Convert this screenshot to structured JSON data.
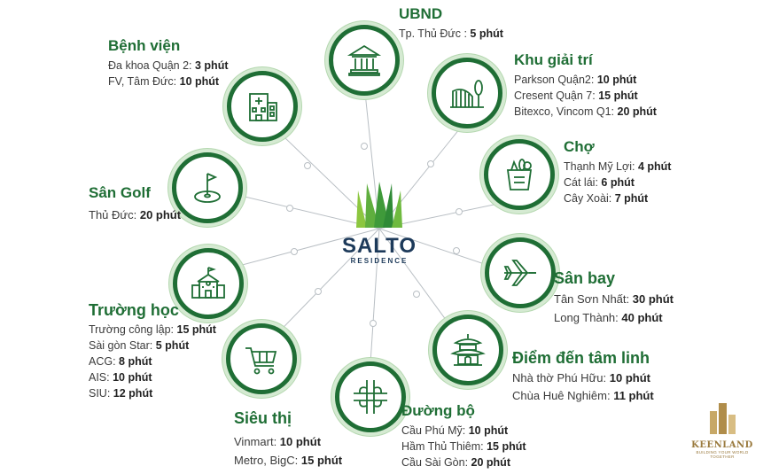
{
  "hub": {
    "name": "SALTO",
    "subtitle": "RESIDENCE"
  },
  "categories": [
    {
      "title": "UBND",
      "items": [
        {
          "place": "Tp. Thủ Đức",
          "time": "5 phút"
        }
      ]
    },
    {
      "title": "Khu giải trí",
      "items": [
        {
          "place": "Parkson Quận2",
          "time": "10 phút"
        },
        {
          "place": "Cresent Quận 7",
          "time": "15 phút"
        },
        {
          "place": "Bitexco, Vincom Q1",
          "time": "20 phút"
        }
      ]
    },
    {
      "title": "Chợ",
      "items": [
        {
          "place": "Thạnh Mỹ Lợi",
          "time": "4 phút"
        },
        {
          "place": "Cát lái",
          "time": "6 phút"
        },
        {
          "place": "Cây Xoài",
          "time": "7 phút"
        }
      ]
    },
    {
      "title": "Sân bay",
      "items": [
        {
          "place": "Tân Sơn Nhất",
          "time": "30 phút"
        },
        {
          "place": "Long Thành",
          "time": "40 phút"
        }
      ]
    },
    {
      "title": "Điểm đến tâm linh",
      "items": [
        {
          "place": "Nhà thờ Phú Hữu",
          "time": "10 phút"
        },
        {
          "place": "Chùa Huê Nghiêm",
          "time": "11 phút"
        }
      ]
    },
    {
      "title": "Đường bộ",
      "items": [
        {
          "place": "Cầu Phú Mỹ",
          "time": "10 phút"
        },
        {
          "place": "Hầm Thủ Thiêm",
          "time": "15 phút"
        },
        {
          "place": "Cầu Sài Gòn",
          "time": "20 phút"
        }
      ]
    },
    {
      "title": "Siêu thị",
      "items": [
        {
          "place": "Vinmart",
          "time": "10 phút"
        },
        {
          "place": "Metro, BigC",
          "time": "15 phút"
        }
      ]
    },
    {
      "title": "Trường học",
      "items": [
        {
          "place": "Trường công lập",
          "time": "15 phút"
        },
        {
          "place": "Sài gòn Star",
          "time": "5 phút"
        },
        {
          "place": "ACG",
          "time": "8 phút"
        },
        {
          "place": "AIS",
          "time": "10 phút"
        },
        {
          "place": "SIU",
          "time": "12 phút"
        }
      ]
    },
    {
      "title": "Sân Golf",
      "items": [
        {
          "place": "Thủ Đức",
          "time": "20 phút"
        }
      ]
    },
    {
      "title": "Bệnh viện",
      "items": [
        {
          "place": "Đa khoa Quận 2",
          "time": "3 phút"
        },
        {
          "place": "FV, Tâm Đức",
          "time": "10 phút"
        }
      ]
    }
  ],
  "icons": [
    "government-building-icon",
    "amusement-park-icon",
    "grocery-bag-icon",
    "airplane-icon",
    "pagoda-icon",
    "road-interchange-icon",
    "shopping-cart-icon",
    "school-icon",
    "golf-icon",
    "hospital-icon"
  ],
  "colors": {
    "primary": "#1f6e35",
    "ring": "#d5ead2",
    "hub_text": "#1d3a5a",
    "brand": "#9a7a3e"
  },
  "brand": {
    "name": "KEENLAND",
    "tagline": "BUILDING YOUR WORLD TOGETHER"
  }
}
